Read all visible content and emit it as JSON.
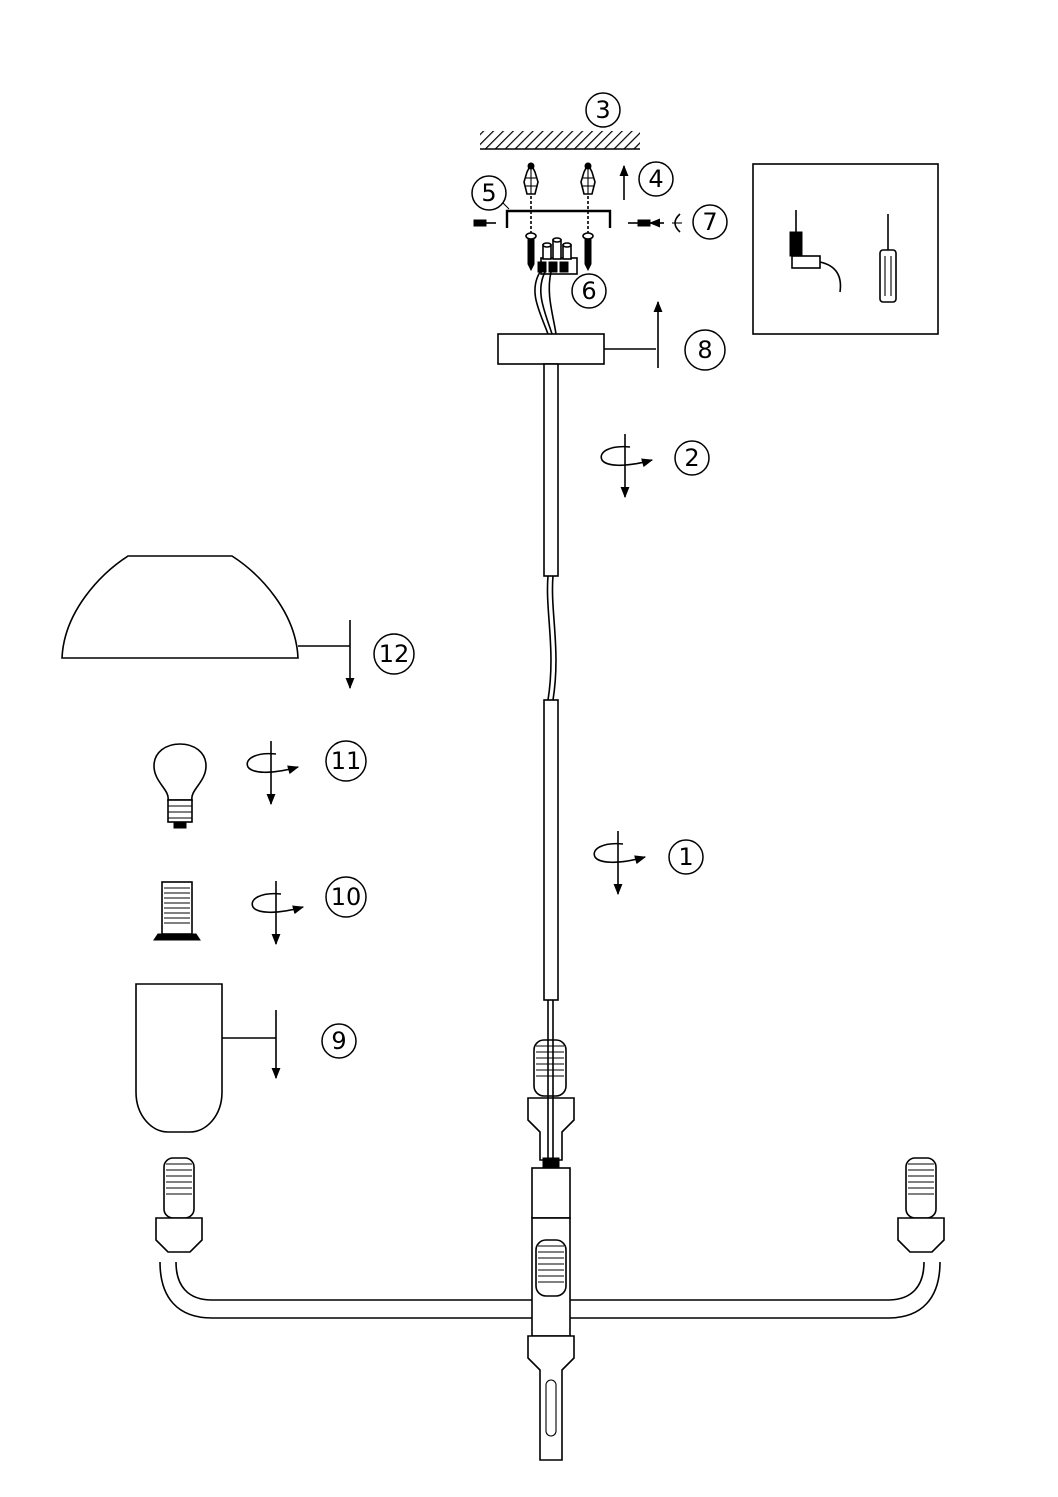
{
  "steps": [
    {
      "id": "1",
      "label": "1"
    },
    {
      "id": "2",
      "label": "2"
    },
    {
      "id": "3",
      "label": "3"
    },
    {
      "id": "4",
      "label": "4"
    },
    {
      "id": "5",
      "label": "5"
    },
    {
      "id": "6",
      "label": "6"
    },
    {
      "id": "7",
      "label": "7"
    },
    {
      "id": "8",
      "label": "8"
    },
    {
      "id": "9",
      "label": "9"
    },
    {
      "id": "10",
      "label": "10"
    },
    {
      "id": "11",
      "label": "11"
    },
    {
      "id": "12",
      "label": "12"
    }
  ],
  "tools": [
    "drill-icon",
    "screwdriver-icon"
  ],
  "colors": {
    "line": "#000000",
    "background": "#ffffff"
  }
}
